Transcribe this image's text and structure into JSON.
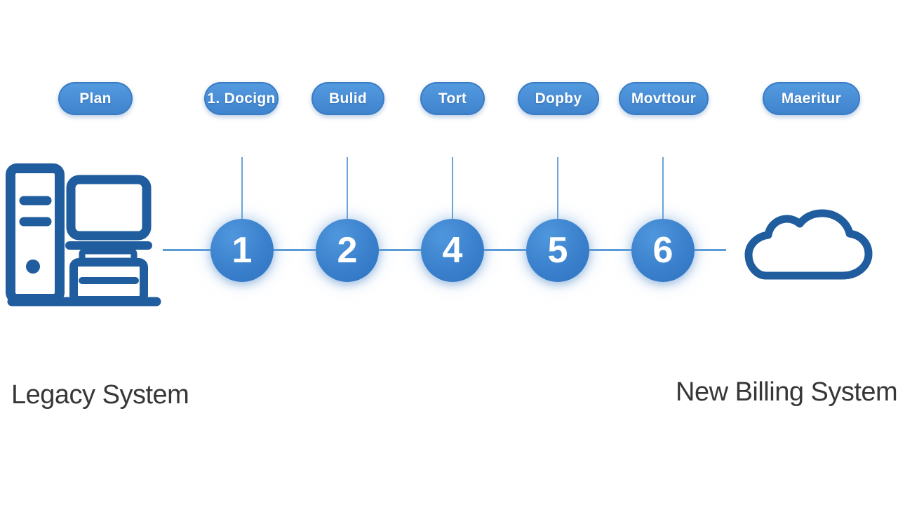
{
  "diagram": {
    "phases": [
      {
        "label": "Plan"
      },
      {
        "label": "1. Docign"
      },
      {
        "label": "Bulid"
      },
      {
        "label": "Tort"
      },
      {
        "label": "Dopby"
      },
      {
        "label": "Movttour"
      },
      {
        "label": "Maeritur"
      }
    ],
    "steps": [
      "1",
      "2",
      "4",
      "5",
      "6"
    ],
    "left_system_label": "Legacy System",
    "right_system_label": "New Billing System",
    "icons": {
      "left": "legacy-server-computer-icon",
      "right": "cloud-icon"
    },
    "colors": {
      "pill_fill": "#4690d9",
      "pill_border": "#3a7cc4",
      "circle_fill": "#3a80cc",
      "connector_line": "#5b9bd5",
      "icon_stroke": "#205d9e",
      "label_text": "#373737",
      "step_number_text": "#ffffff",
      "background": "#ffffff"
    }
  }
}
